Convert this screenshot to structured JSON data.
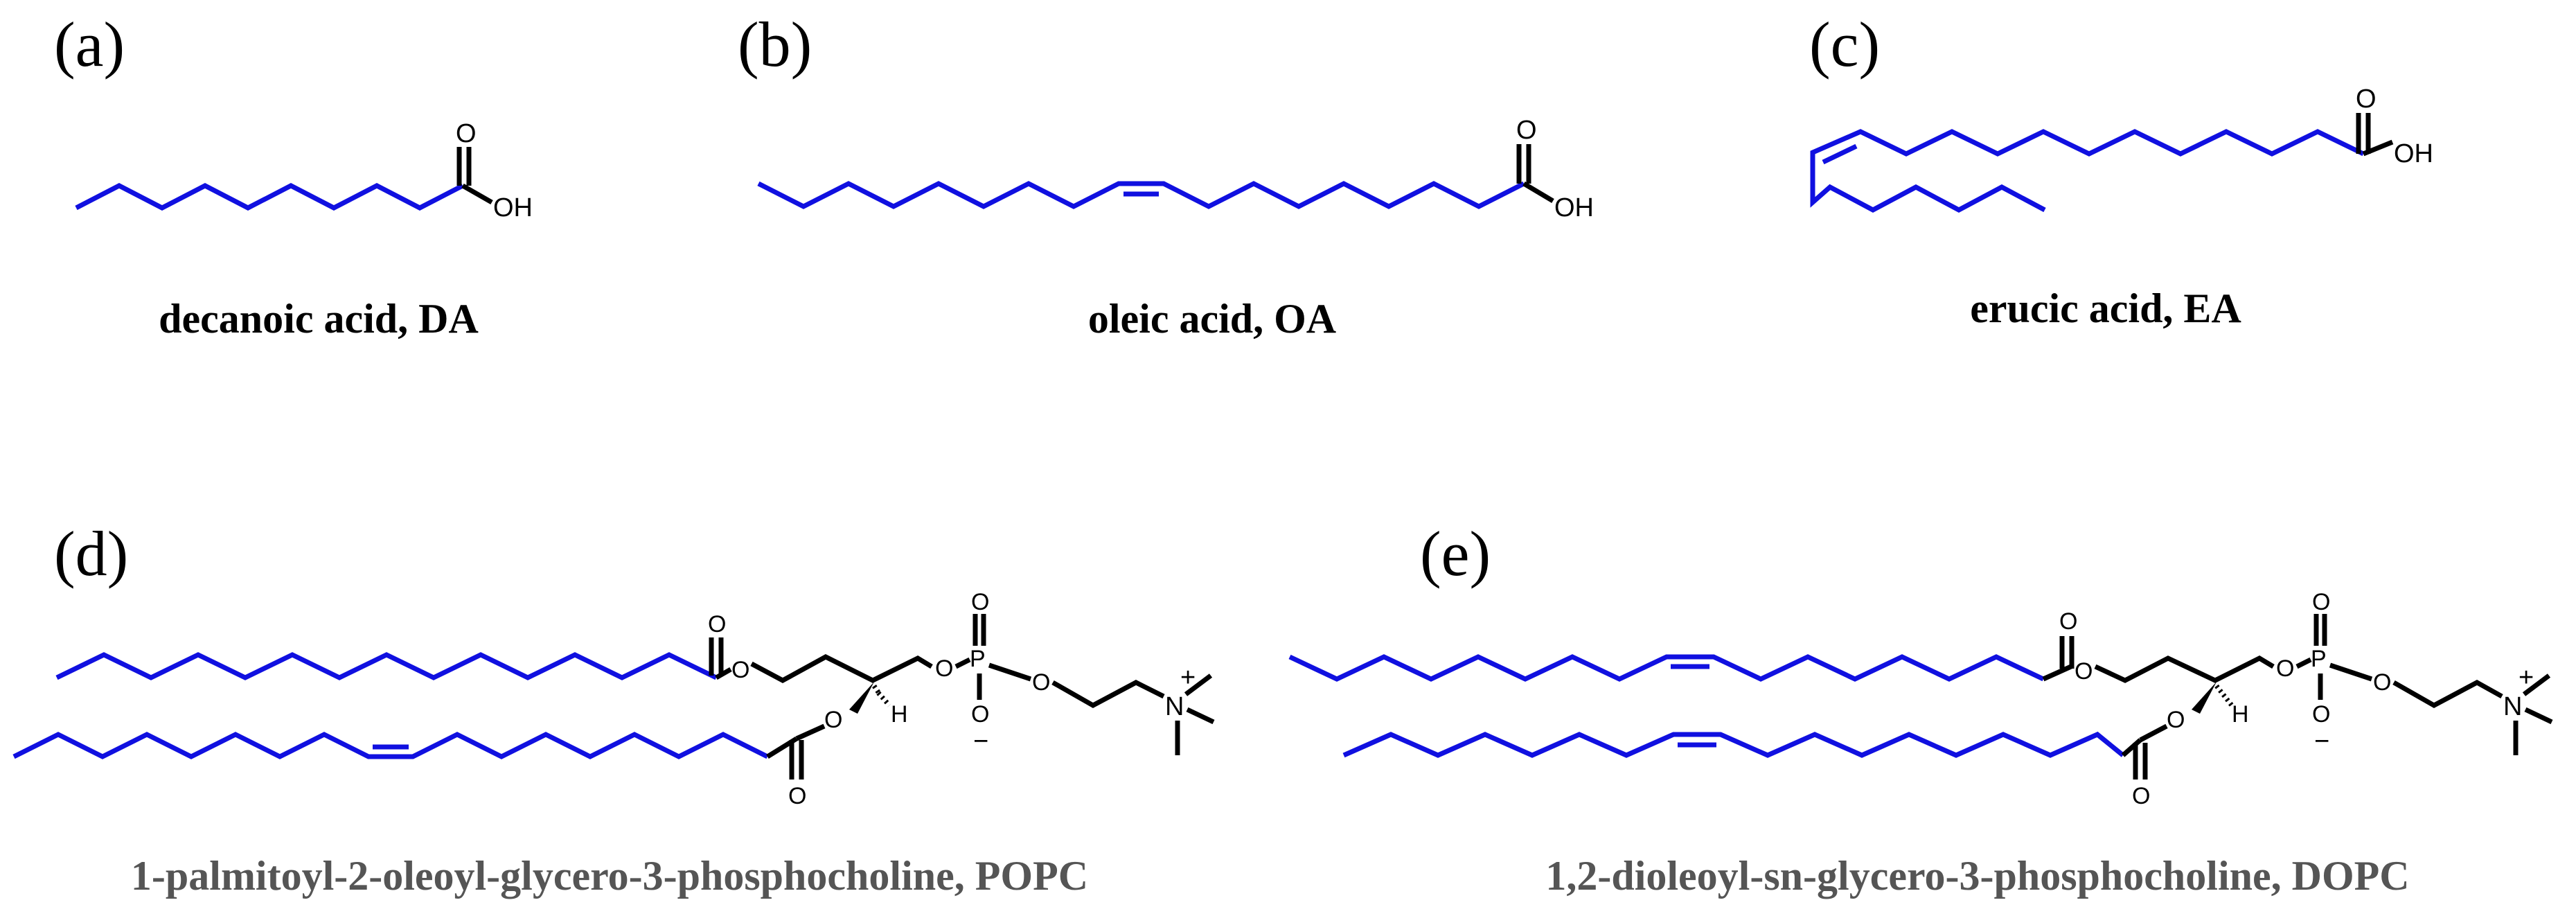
{
  "colors": {
    "hydrocarbon_chain": "#1010e0",
    "headgroup": "#000000",
    "caption_dark": "#000000",
    "caption_gray": "#555555"
  },
  "panels": [
    {
      "id": "a",
      "label": "(a)",
      "caption": "decanoic acid, DA"
    },
    {
      "id": "b",
      "label": "(b)",
      "caption": "oleic acid, OA"
    },
    {
      "id": "c",
      "label": "(c)",
      "caption": "erucic acid, EA"
    },
    {
      "id": "d",
      "label": "(d)",
      "caption": "1-palmitoyl-2-oleoyl-glycero-3-phosphocholine, POPC"
    },
    {
      "id": "e",
      "label": "(e)",
      "caption": "1,2-dioleoyl-sn-glycero-3-phosphocholine, DOPC"
    }
  ],
  "atoms": {
    "oxygen": "O",
    "hydroxyl": "OH",
    "phosphorus": "P",
    "nitrogen": "N",
    "hydrogen": "H",
    "plus": "+",
    "minus": "−"
  }
}
